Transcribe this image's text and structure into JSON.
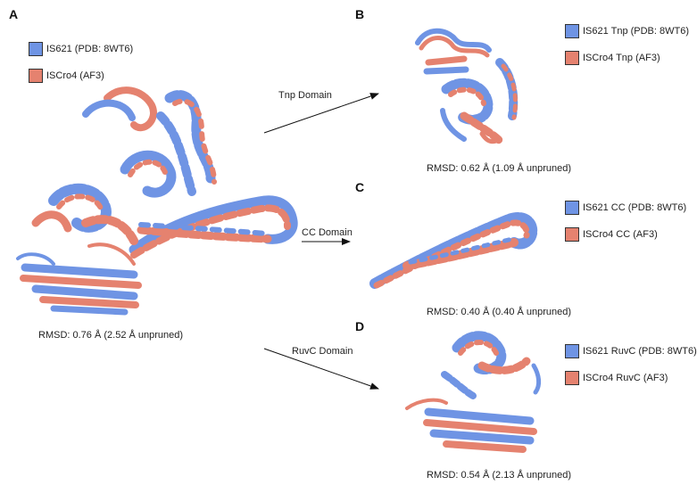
{
  "colors": {
    "is621": "#6f94e4",
    "iscro4": "#e5826f",
    "outline": "#333333"
  },
  "panels": {
    "a": {
      "letter": "A",
      "legend": [
        {
          "label": "IS621 (PDB: 8WT6)",
          "color": "#6f94e4"
        },
        {
          "label": "ISCro4 (AF3)",
          "color": "#e5826f"
        }
      ],
      "rmsd": "RMSD: 0.76 Å (2.52 Å unpruned)"
    },
    "b": {
      "letter": "B",
      "legend": [
        {
          "label": "IS621 Tnp (PDB: 8WT6)",
          "color": "#6f94e4"
        },
        {
          "label": "ISCro4 Tnp (AF3)",
          "color": "#e5826f"
        }
      ],
      "rmsd": "RMSD: 0.62 Å (1.09 Å unpruned)"
    },
    "c": {
      "letter": "C",
      "legend": [
        {
          "label": "IS621 CC (PDB: 8WT6)",
          "color": "#6f94e4"
        },
        {
          "label": "ISCro4 CC (AF3)",
          "color": "#e5826f"
        }
      ],
      "rmsd": "RMSD: 0.40 Å (0.40 Å unpruned)"
    },
    "d": {
      "letter": "D",
      "legend": [
        {
          "label": "IS621 RuvC (PDB: 8WT6)",
          "color": "#6f94e4"
        },
        {
          "label": "ISCro4 RuvC (AF3)",
          "color": "#e5826f"
        }
      ],
      "rmsd": "RMSD: 0.54 Å (2.13 Å unpruned)"
    }
  },
  "arrows": {
    "tnp": "Tnp Domain",
    "cc": "CC Domain",
    "ruvc": "RuvC Domain"
  }
}
